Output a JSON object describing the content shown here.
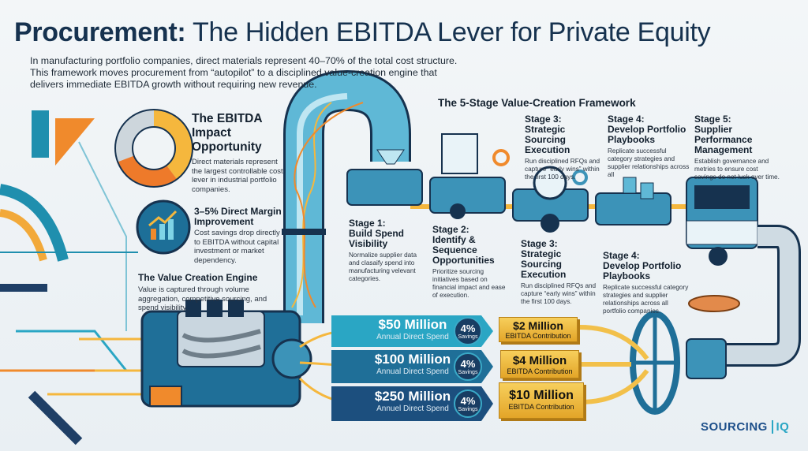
{
  "title": {
    "bold": "Procurement:",
    "rest": " The Hidden EBITDA Lever for Private Equity"
  },
  "intro": "In manufacturing portfolio companies, direct materials represent 40–70% of the total cost structure. This framework moves procurement from “autopilot” to a disciplined value-creation engine that delivers immediate EBITDA growth without requiring new revenue.",
  "left": {
    "impact": {
      "title": "The EBITDA Impact Opportunity",
      "desc": "Direct materials represent the largest controllable cost lever in industrial portfolio companies."
    },
    "margin": {
      "title": "3–5% Direct Margin Improvement",
      "desc": "Cost savings drop directly to EBITDA without capital investment or market dependency."
    },
    "engine": {
      "title": "The Value Creation Engine",
      "desc": "Value is captured through volume aggregation, competitive sourcing, and spend visibility."
    }
  },
  "framework": {
    "title": "The 5-Stage Value-Creation Framework",
    "top_stages": [
      {
        "label": "Stage 3:",
        "name": "Strategic Sourcing Execution",
        "desc": "Run disciplined RFQs and capture “early wins” within the first 100 days."
      },
      {
        "label": "Stage 4:",
        "name": "Develop Portfolio Playbooks",
        "desc": "Replicate successful category strategies and supplier relationships across all"
      },
      {
        "label": "Stage 5:",
        "name": "Supplier Performance Management",
        "desc": "Establish governance and metries to ensure cost savings do not lusk over time."
      }
    ],
    "bottom_stages": [
      {
        "label": "Stage 1:",
        "name": "Build Spend Visibility",
        "desc": "Normalize supplier data and clasaify spend into manufacturing velevant categories."
      },
      {
        "label": "Stage 2:",
        "name": "Identify & Sequence Opportunities",
        "desc": "Prioritize sourcing initiatives based on financial impact and ease of execution."
      },
      {
        "label": "Stage 3:",
        "name": "Strategic Sourcing Execution",
        "desc": "Run disciplined RFQs and capture “early wins” within the first 100 days."
      },
      {
        "label": "Stage 4:",
        "name": "Develop Portfolio Playbooks",
        "desc": "Replicate successful category strategies and supplier relationships across all portfolio companies."
      }
    ]
  },
  "scenarios": [
    {
      "spend": "$50 Million",
      "spend_label": "Annual Direct Spend",
      "savings": "4%",
      "savings_label": "Savings",
      "ebitda": "$2 Million",
      "ebitda_label": "EBITDA Contribution"
    },
    {
      "spend": "$100 Million",
      "spend_label": "Annual Direct Spend",
      "savings": "4%",
      "savings_label": "Savings",
      "ebitda": "$4 Million",
      "ebitda_label": "EBITDA Contribution"
    },
    {
      "spend": "$250 Million",
      "spend_label": "Annuel Direct Spend",
      "savings": "4%",
      "savings_label": "Savings",
      "ebitda": "$10 Million",
      "ebitda_label": "EBITDA Contribution"
    }
  ],
  "logo": {
    "text": "SOURCING",
    "mark": "IQ"
  },
  "colors": {
    "navy": "#16324f",
    "teal": "#2aa6c4",
    "orange": "#f08a2c",
    "gold": "#f2c04a"
  }
}
